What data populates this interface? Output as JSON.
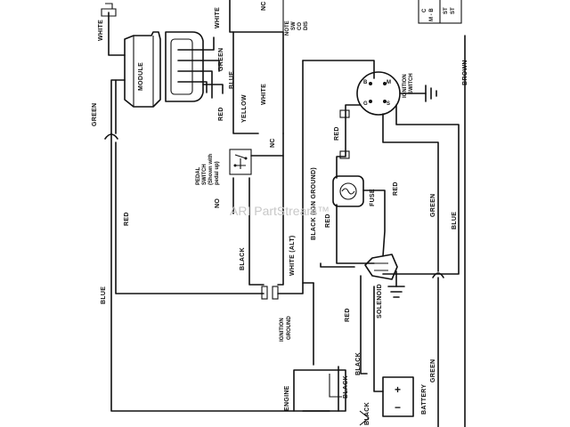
{
  "wire_labels": {
    "white_top": "WHITE",
    "white_module": "WHITE",
    "green_module": "GREEN",
    "blue_module": "BLUE",
    "red_module": "RED",
    "yellow": "YELLOW",
    "white_right": "WHITE",
    "green_left": "GREEN",
    "red_left": "RED",
    "blue_left": "BLUE",
    "black_switch": "BLACK",
    "white_alt": "WHITE (ALT)",
    "black_ign_ground": "BLACK (IGN GROUND)",
    "red_ignition": "RED",
    "red_fuse": "RED",
    "red_solenoid": "RED",
    "green_right": "GREEN",
    "blue_right": "BLUE",
    "brown": "BROWN",
    "black_battery": "BLACK",
    "black_engine": "BLACK",
    "green_bottom": "GREEN",
    "nc_top": "NC",
    "nc_switch": "NC",
    "no_switch": "NO"
  },
  "components": {
    "module": "MODULE",
    "pedal_switch": [
      "PEDAL",
      "SWITCH",
      "(Shown with",
      "pedal up)"
    ],
    "ignition_switch": [
      "IGNITION",
      "SWITCH"
    ],
    "fuse": "FUSE",
    "solenoid": "SOLENOID",
    "ignition_ground": [
      "IGNITION",
      "GROUND"
    ],
    "engine": "ENGINE",
    "battery": "BATTERY",
    "battery_plus": "+",
    "battery_minus": "−"
  },
  "switch_terminals": {
    "b": "B",
    "m": "M",
    "g": "G",
    "s": "S"
  },
  "notes": {
    "note_lines": [
      "NOTE",
      "SW",
      "CO",
      "DIS"
    ],
    "legend_col1": [
      "C",
      "M - B"
    ],
    "legend_col2": [
      "ST",
      "ST"
    ]
  },
  "watermark": "ARI PartStream™"
}
